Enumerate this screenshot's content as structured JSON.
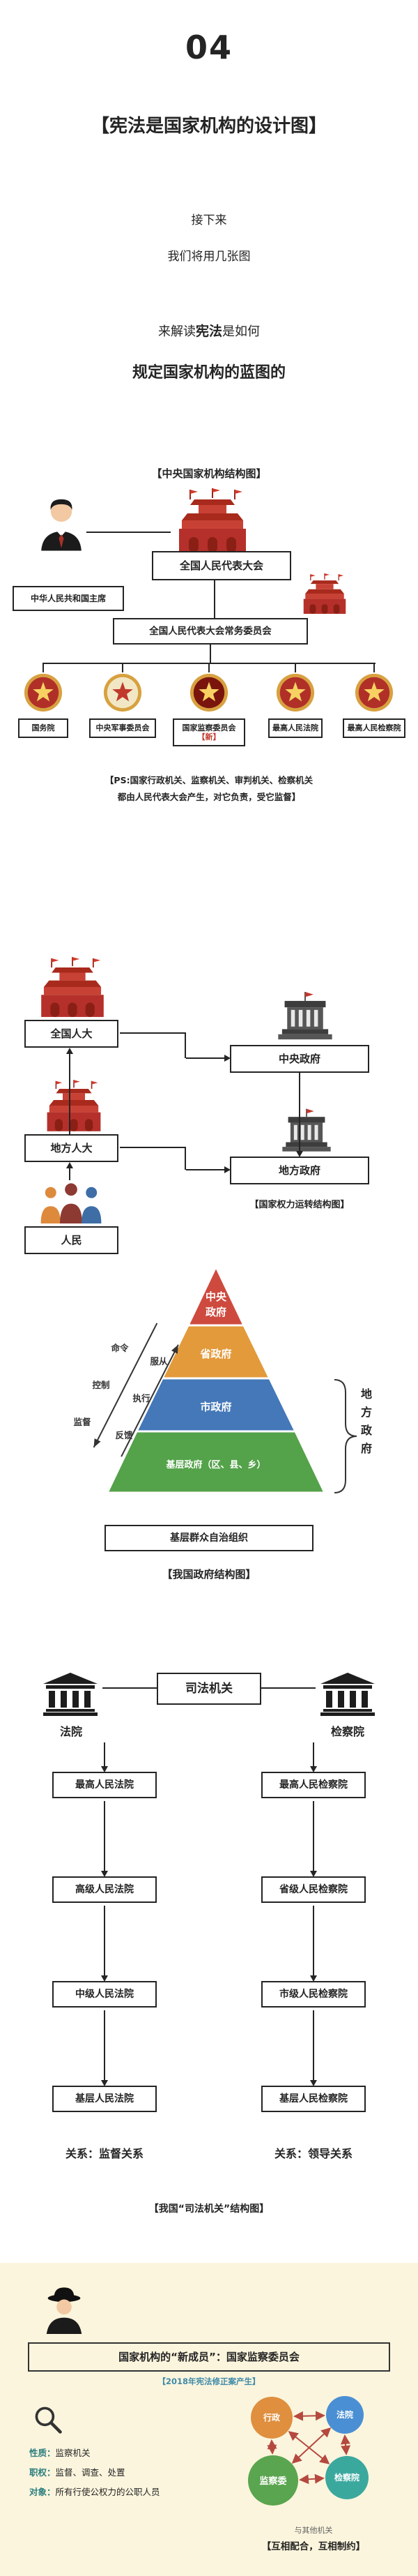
{
  "colors": {
    "accent_red": "#c0392b",
    "cream_bg": "#fbf5dd",
    "ink": "#242424"
  },
  "header": {
    "number": "04",
    "title": "【宪法是国家机构的设计图】",
    "line1": "接下来",
    "line2": "我们将用几张图",
    "line3_pre": "来解读",
    "line3_bold": "宪法",
    "line3_post": "是如何",
    "line4": "规定国家机构的蓝图的"
  },
  "central_org": {
    "caption": "【中央国家机构结构图】",
    "president": "中华人民共和国主席",
    "npc": "全国人民代表大会",
    "npc_standing": "全国人民代表大会常务委员会",
    "organs": [
      {
        "label": "国务院",
        "tag": ""
      },
      {
        "label": "中央军事委员会",
        "tag": ""
      },
      {
        "label": "国家监察委员会",
        "tag": "【新】"
      },
      {
        "label": "最高人民法院",
        "tag": ""
      },
      {
        "label": "最高人民检察院",
        "tag": ""
      }
    ],
    "note_line1": "【PS:国家行政机关、监察机关、审判机关、检察机关",
    "note_line2": "都由人民代表大会产生，对它负责，受它监督】"
  },
  "power_flow": {
    "caption": "【国家权力运转结构图】",
    "npc": "全国人大",
    "central_gov": "中央政府",
    "local_npc": "地方人大",
    "local_gov": "地方政府",
    "people": "人民"
  },
  "pyramid": {
    "caption": "【我国政府结构图】",
    "top_lines": [
      "中央",
      "政府"
    ],
    "levels": [
      {
        "label": "中央政府",
        "color": "#ce4a3f"
      },
      {
        "label": "省政府",
        "color": "#e39a3b"
      },
      {
        "label": "市政府",
        "color": "#4478b9"
      },
      {
        "label": "基层政府（区、县、乡）",
        "color": "#54a24a"
      }
    ],
    "base": "基层群众自治组织",
    "left_down_words": [
      "命令",
      "控制",
      "监督"
    ],
    "left_up_words": [
      "服从",
      "执行",
      "反馈"
    ],
    "right_label_chars": [
      "地",
      "方",
      "政",
      "府"
    ]
  },
  "judiciary": {
    "caption": "【我国“司法机关”结构图】",
    "root": "司法机关",
    "left_head": "法院",
    "right_head": "检察院",
    "left_chain": [
      "最高人民法院",
      "高级人民法院",
      "中级人民法院",
      "基层人民法院"
    ],
    "right_chain": [
      "最高人民检察院",
      "省级人民检察院",
      "市级人民检察院",
      "基层人民检察院"
    ],
    "left_relation": "关系：监督关系",
    "right_relation": "关系：领导关系"
  },
  "supervision": {
    "title": "国家机构的“新成员”：国家监察委员会",
    "subtitle": "【2018年宪法修正案产生】",
    "facts": [
      {
        "label": "性质：",
        "value": "监察机关"
      },
      {
        "label": "职权：",
        "value": "监督、调查、处置"
      },
      {
        "label": "对象：",
        "value": "所有行使公权力的公职人员"
      }
    ],
    "circles": [
      {
        "label": "行政",
        "color": "#df8f3e"
      },
      {
        "label": "法院",
        "color": "#4a8fd4"
      },
      {
        "label": "监察委",
        "color": "#5aa54f"
      },
      {
        "label": "检察院",
        "color": "#3ba89e"
      }
    ],
    "relation_note": "与其他机关",
    "relation_bold": "【互相配合，互相制约】"
  }
}
